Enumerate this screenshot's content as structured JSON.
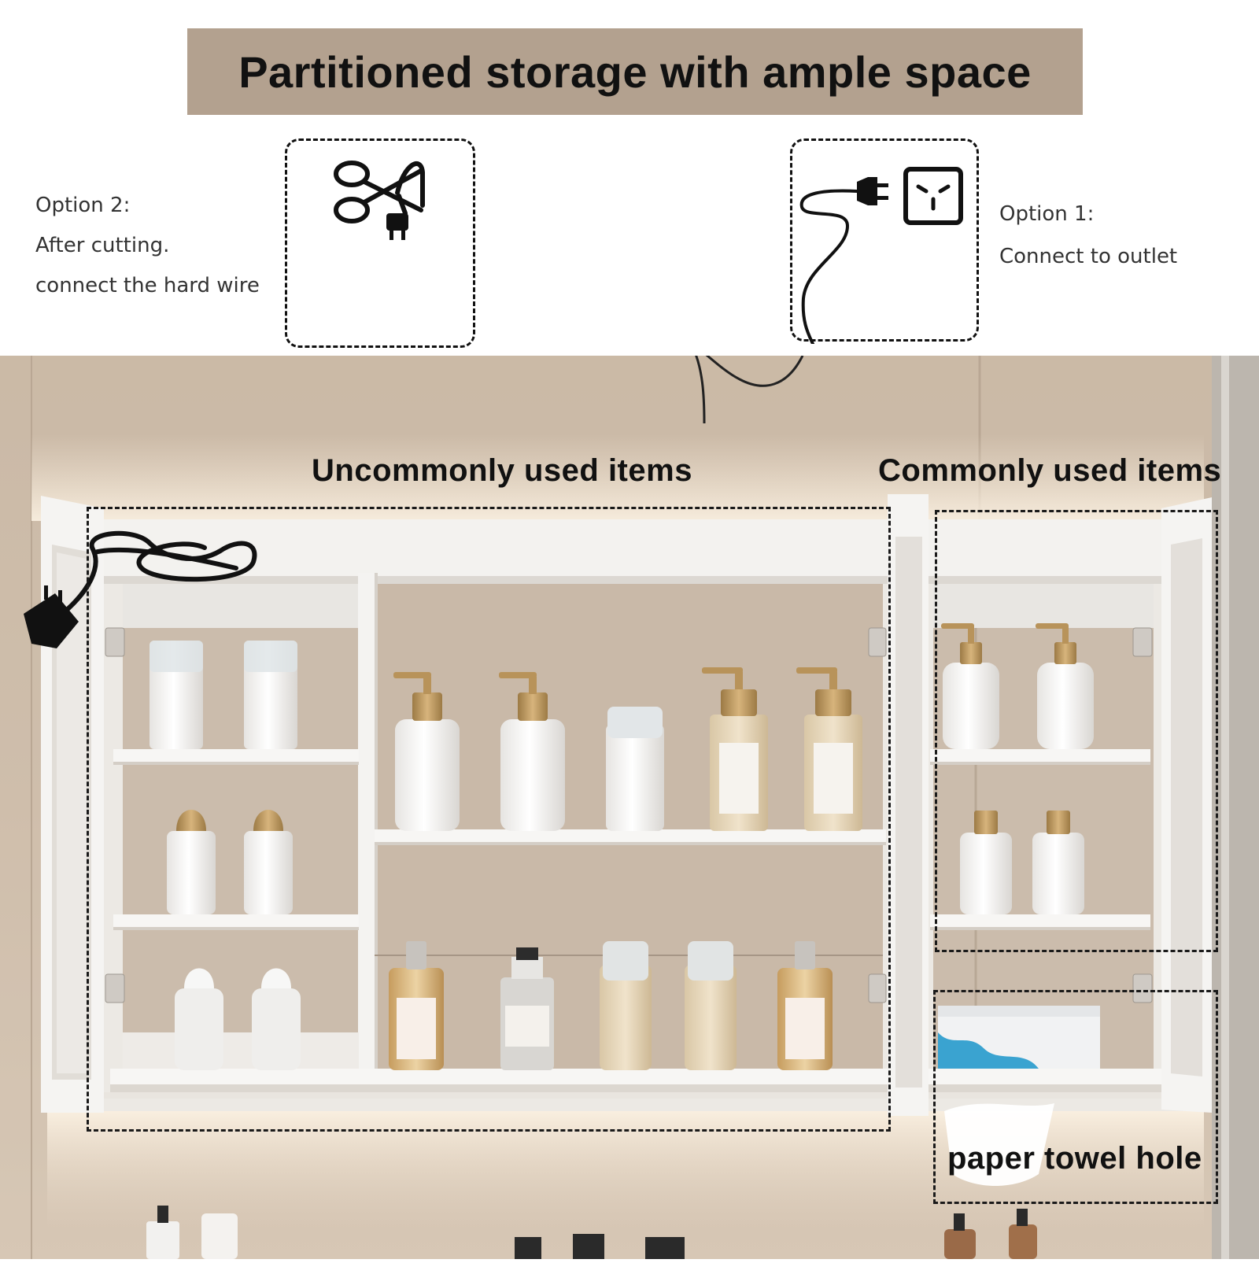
{
  "banner": {
    "title": "Partitioned storage with ample space"
  },
  "option2": {
    "line1": "Option 2:",
    "line2": "After cutting.",
    "line3": "connect the hard wire"
  },
  "option1": {
    "line1": "Option 1:",
    "line2": "Connect to outlet"
  },
  "zones": {
    "uncommon_label": "Uncommonly used items",
    "common_label": "Commonly used items",
    "towel_label": "paper towel hole"
  },
  "colors": {
    "banner": "#b3a18f",
    "wall": "#c9b8a6",
    "cabinet": "#f2f2f0",
    "gold": "#b8935a"
  }
}
